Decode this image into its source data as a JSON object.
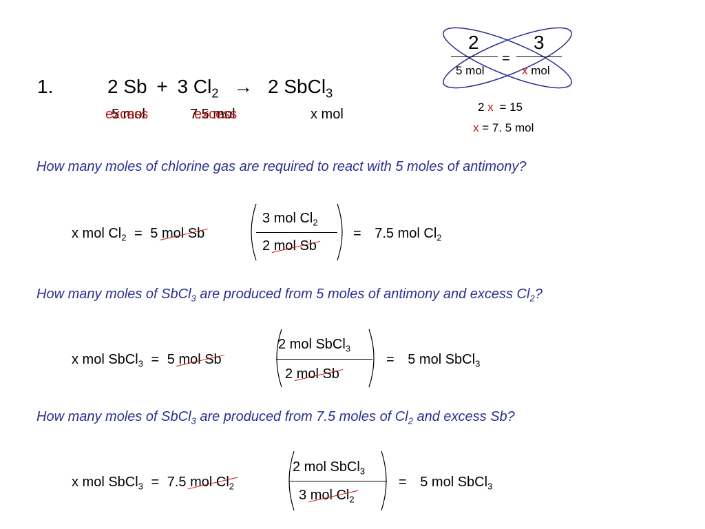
{
  "problem": {
    "number": "1.",
    "reaction": {
      "coef_sb": "2 Sb",
      "plus": "+",
      "coef_cl": "3 Cl",
      "cl_sub": "2",
      "arrow": "→",
      "product": "2 SbCl",
      "product_sub": "3"
    },
    "under": {
      "sb_mol": "5 mol",
      "sb_excess": "excess",
      "cl_mol": "7.5 mol",
      "cl_excess": "excess",
      "product_mol": "x mol"
    }
  },
  "ratio": {
    "top_left": "2",
    "top_right": "3",
    "equals": "=",
    "bottom_left": "5 mol",
    "bottom_right_x": "x",
    "bottom_right_mol": "mol",
    "cross_line1_a": "2",
    "cross_line1_x": "x",
    "cross_line1_b": "=  15",
    "cross_line2_x": "x",
    "cross_line2_b": "= 7. 5 mol"
  },
  "questions": [
    {
      "text": "How many moles of chlorine gas are required to react with 5 moles of antimony?"
    },
    {
      "pre": "How many moles of SbCl",
      "sub1": "3",
      "mid": " are produced from 5 moles of antimony and excess Cl",
      "sub2": "2",
      "post": "?"
    },
    {
      "pre": "How many moles of SbCl",
      "sub1": "3",
      "mid": " are produced from 7.5 moles of Cl",
      "sub2": "2",
      "post": " and excess Sb?"
    }
  ],
  "calcs": [
    {
      "lhs": "x mol Cl",
      "lhs_sub": "2",
      "eq1": "=",
      "given_num": "5",
      "given_unit": "mol Sb",
      "top": "3 mol Cl",
      "top_sub": "2",
      "bottom": "2",
      "bottom_unit": "mol Sb",
      "eq2": "=",
      "result": "7.5 mol Cl",
      "result_sub": "2"
    },
    {
      "lhs": "x mol SbCl",
      "lhs_sub": "3",
      "eq1": "=",
      "given_num": "5",
      "given_unit": "mol Sb",
      "top": "2 mol SbCl",
      "top_sub": "3",
      "bottom": "2",
      "bottom_unit": "mol Sb",
      "eq2": "=",
      "result": "5 mol SbCl",
      "result_sub": "3"
    },
    {
      "lhs": "x mol SbCl",
      "lhs_sub": "3",
      "eq1": "=",
      "given_num": "7.5",
      "given_unit": "mol Cl",
      "given_unit_sub": "2",
      "top": "2 mol SbCl",
      "top_sub": "3",
      "bottom": "3",
      "bottom_unit": "mol Cl",
      "bottom_unit_sub": "2",
      "eq2": "=",
      "result": "5 mol SbCl",
      "result_sub": "3"
    }
  ],
  "colors": {
    "question_text": "#2a2f8f",
    "annotation_red": "#cc1111",
    "loop_outline": "#2a2f8f"
  }
}
